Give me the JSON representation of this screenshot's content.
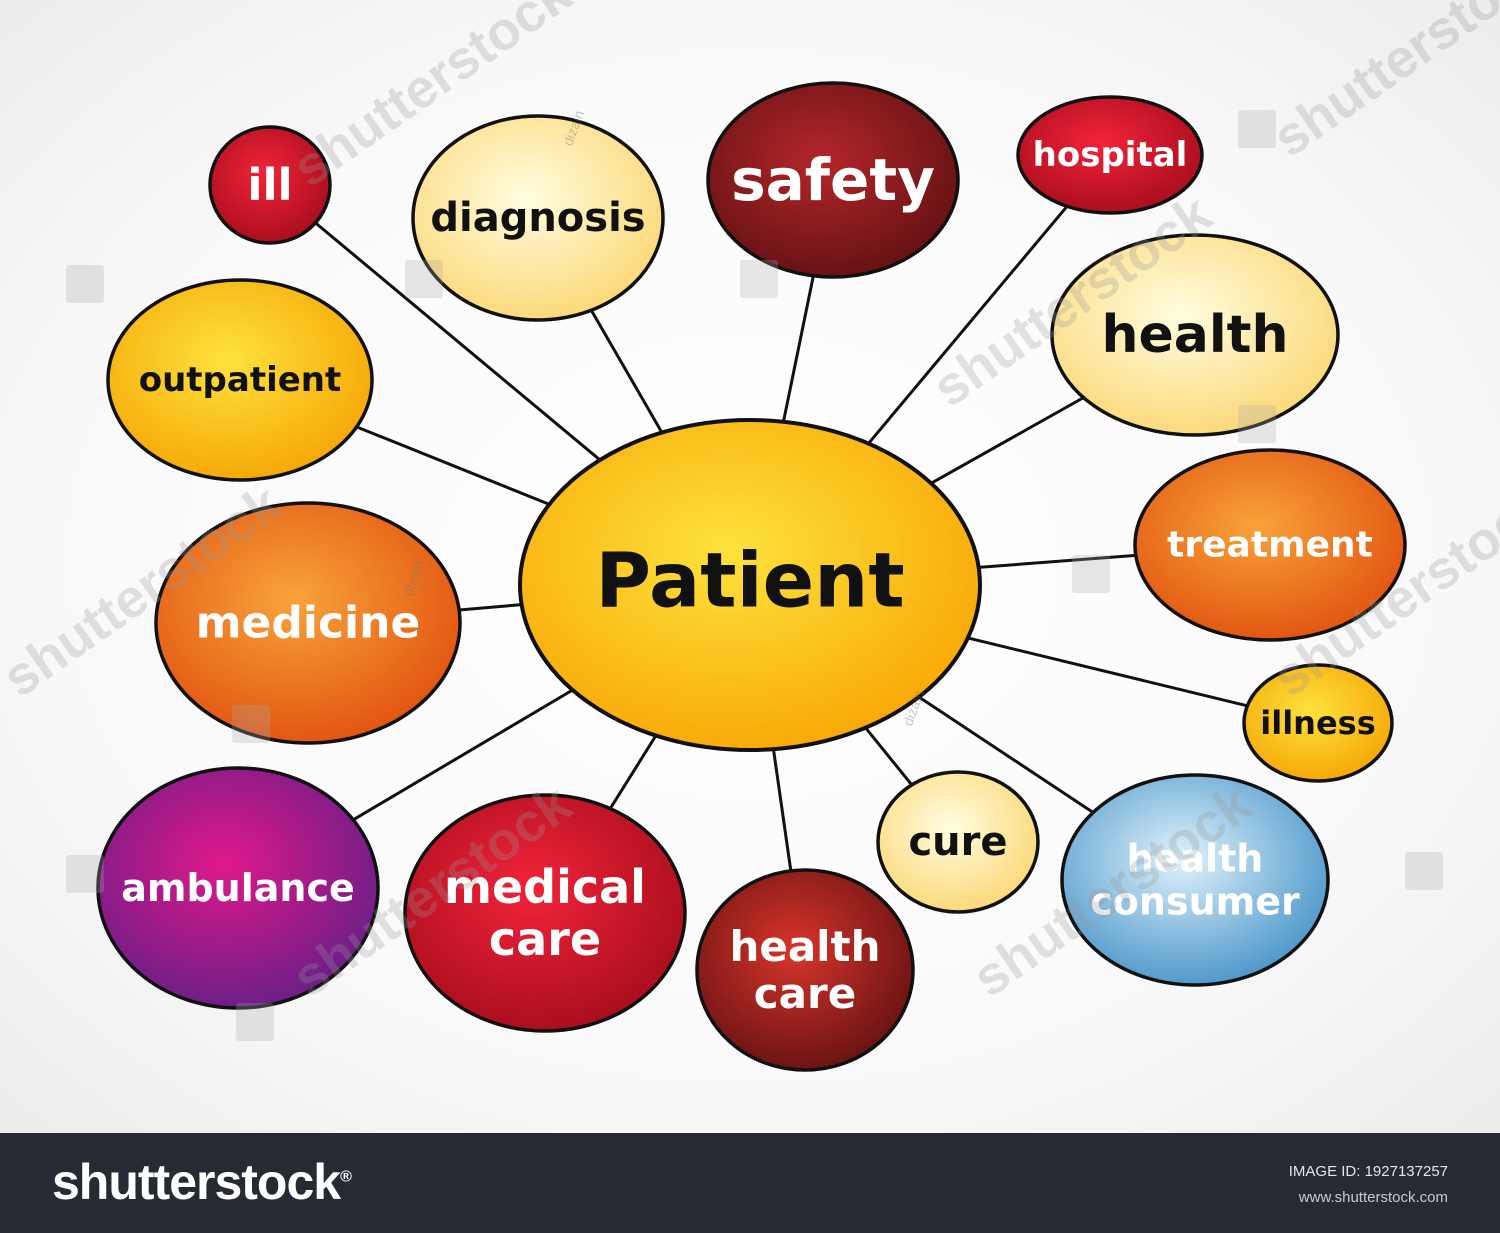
{
  "center": {
    "label": "Patient",
    "colors": [
      "#fde23c",
      "#f8a100"
    ],
    "text_color": "#111111"
  },
  "nodes": [
    {
      "id": "ill",
      "lines": [
        "ill"
      ],
      "colors": [
        "#f2233a",
        "#9e0b18"
      ],
      "text_color": "#ffffff"
    },
    {
      "id": "diagnosis",
      "lines": [
        "diagnosis"
      ],
      "colors": [
        "#fffde0",
        "#fbd36a"
      ],
      "text_color": "#111111"
    },
    {
      "id": "safety",
      "lines": [
        "safety"
      ],
      "colors": [
        "#b4262a",
        "#5a0f10"
      ],
      "text_color": "#ffffff"
    },
    {
      "id": "hospital",
      "lines": [
        "hospital"
      ],
      "colors": [
        "#f2233a",
        "#9e0b18"
      ],
      "text_color": "#ffffff"
    },
    {
      "id": "health",
      "lines": [
        "health"
      ],
      "colors": [
        "#fffde0",
        "#fbd36a"
      ],
      "text_color": "#111111"
    },
    {
      "id": "outpatient",
      "lines": [
        "outpatient"
      ],
      "colors": [
        "#fde23c",
        "#f5a000"
      ],
      "text_color": "#111111"
    },
    {
      "id": "treatment",
      "lines": [
        "treatment"
      ],
      "colors": [
        "#f8a33a",
        "#df4a0c"
      ],
      "text_color": "#ffffff"
    },
    {
      "id": "medicine",
      "lines": [
        "medicine"
      ],
      "colors": [
        "#f8a33a",
        "#df4a0c"
      ],
      "text_color": "#ffffff"
    },
    {
      "id": "illness",
      "lines": [
        "illness"
      ],
      "colors": [
        "#fde23c",
        "#f5a000"
      ],
      "text_color": "#111111"
    },
    {
      "id": "cure",
      "lines": [
        "cure"
      ],
      "colors": [
        "#fffde0",
        "#fbd36a"
      ],
      "text_color": "#111111"
    },
    {
      "id": "health-consumer",
      "lines": [
        "health",
        "consumer"
      ],
      "colors": [
        "#dff2fb",
        "#3a8bc4"
      ],
      "text_color": "#ffffff"
    },
    {
      "id": "ambulance",
      "lines": [
        "ambulance"
      ],
      "colors": [
        "#e0188a",
        "#5b1f86"
      ],
      "text_color": "#ffffff"
    },
    {
      "id": "medical-care",
      "lines": [
        "medical",
        "care"
      ],
      "colors": [
        "#f2233a",
        "#9e0b18"
      ],
      "text_color": "#ffffff"
    },
    {
      "id": "health-care",
      "lines": [
        "health",
        "care"
      ],
      "colors": [
        "#d8342a",
        "#5a0f10"
      ],
      "text_color": "#ffffff"
    }
  ],
  "watermark": {
    "brand": "shutterstock",
    "author": "dizain"
  },
  "footer": {
    "logo": "shutterstock",
    "logo_mark": "®",
    "image_id": "IMAGE ID: 1927137257",
    "url": "www.shutterstock.com",
    "background": "#262b33"
  }
}
